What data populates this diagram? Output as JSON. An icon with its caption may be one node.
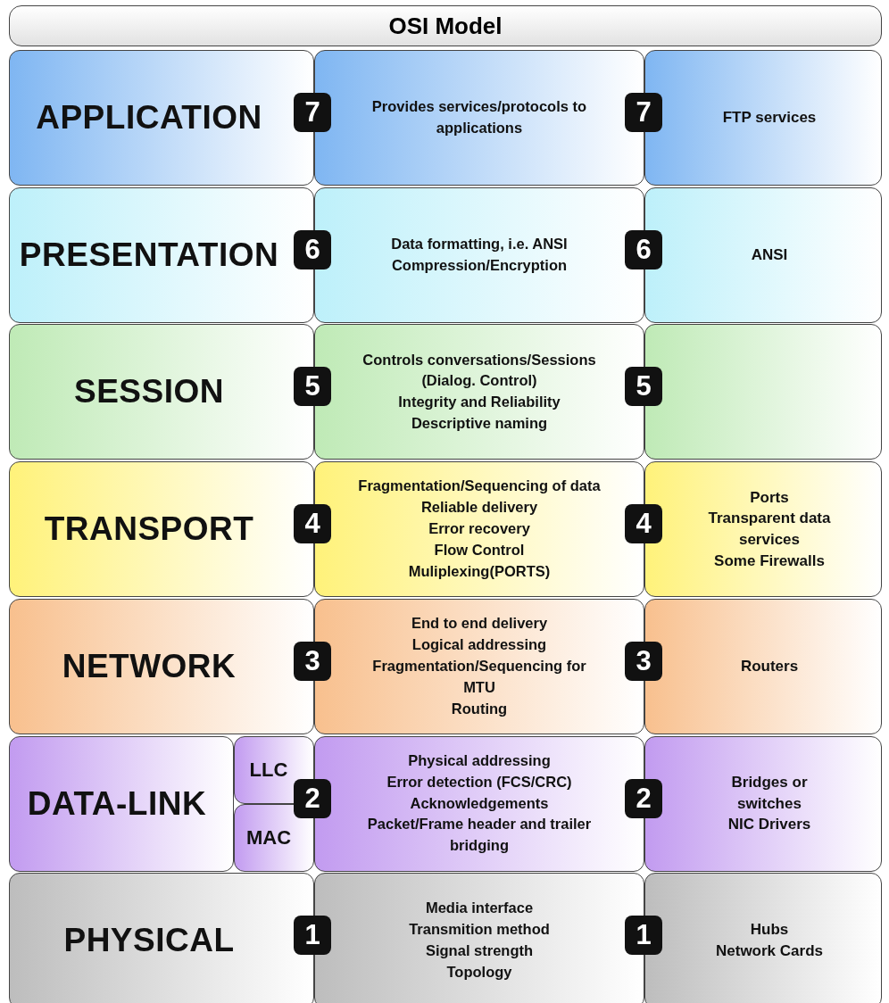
{
  "diagram": {
    "title": "OSI Model",
    "nodes": [
      {
        "text": [
          "APPLICATION"
        ]
      },
      {
        "text": [
          "7"
        ]
      },
      {
        "text": [
          "Provides services/protocols to applications"
        ]
      },
      {
        "text": [
          "7"
        ]
      },
      {
        "text": [
          "FTP services"
        ]
      },
      {
        "text": [
          "PRESENTATION"
        ]
      },
      {
        "text": [
          "6"
        ]
      },
      {
        "text": [
          "Data formatting, i.e. ANSI",
          "Compression/Encryption"
        ]
      },
      {
        "text": [
          "6"
        ]
      },
      {
        "text": [
          "ANSI"
        ]
      },
      {
        "text": [
          "SESSION"
        ]
      },
      {
        "text": [
          "5"
        ]
      },
      {
        "text": [
          "Controls conversations/Sessions (Dialog. Control)",
          "Integrity and Reliability",
          "Descriptive naming"
        ]
      },
      {
        "text": [
          "5"
        ]
      },
      {
        "text": [],
        "shape": "box"
      },
      {
        "text": [
          "TRANSPORT"
        ]
      },
      {
        "text": [
          "4"
        ]
      },
      {
        "text": [
          "Fragmentation/Sequencing of data",
          "Reliable delivery",
          "Error recovery",
          "Flow Control",
          "Muliplexing(PORTS)"
        ]
      },
      {
        "text": [
          "4"
        ]
      },
      {
        "text": [
          "Ports",
          "Transparent data services",
          "Some Firewalls"
        ]
      },
      {
        "text": [
          "NETWORK"
        ]
      },
      {
        "text": [
          "3"
        ]
      },
      {
        "text": [
          "End to end delivery",
          "Logical addressing",
          "Fragmentation/Sequencing for MTU",
          "Routing"
        ]
      },
      {
        "text": [
          "3"
        ]
      },
      {
        "text": [
          "Routers"
        ]
      },
      {
        "text": [
          "DATA-LINK"
        ]
      },
      {
        "text": [
          "LLC"
        ]
      },
      {
        "text": [
          "MAC"
        ]
      },
      {
        "text": [
          "2"
        ]
      },
      {
        "text": [
          "Physical addressing",
          "Error detection (FCS/CRC)",
          "Acknowledgements",
          "Packet/Frame header and trailer bridging"
        ]
      },
      {
        "text": [
          "2"
        ]
      },
      {
        "text": [
          "Bridges or switches",
          "NIC Drivers"
        ]
      },
      {
        "text": [
          "PHYSICAL"
        ]
      },
      {
        "text": [
          "1"
        ]
      },
      {
        "text": [
          "Media interface",
          "Transmition method",
          "Signal strength",
          "Topology"
        ]
      },
      {
        "text": [
          "1"
        ]
      },
      {
        "text": [
          "Hubs",
          "Network Cards"
        ]
      }
    ]
  }
}
